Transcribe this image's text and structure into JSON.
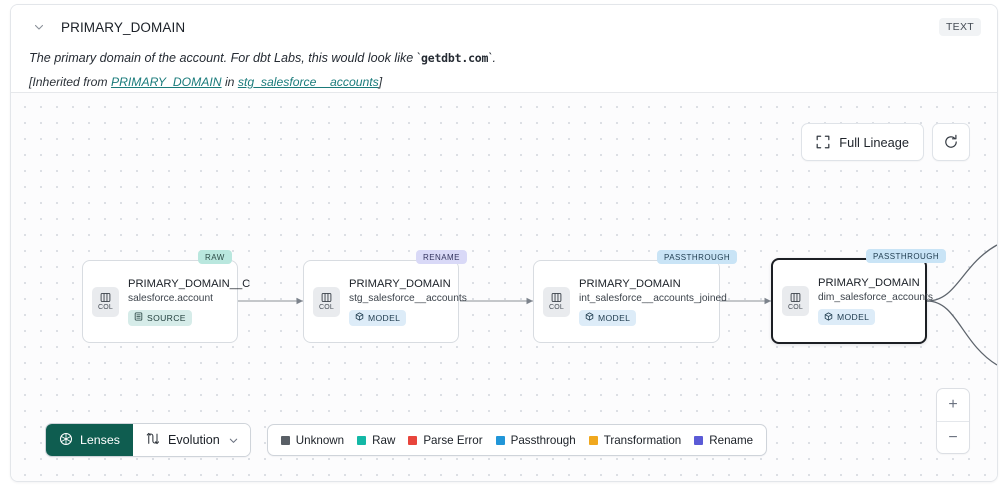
{
  "header": {
    "chevron_icon": "chevron-down-icon",
    "column_name": "PRIMARY_DOMAIN",
    "type_badge": "TEXT",
    "description_pre": "The primary domain of the account. For dbt Labs, this would look like `",
    "description_code": "getdbt.com",
    "description_post": "`.",
    "inherited_prefix": "[Inherited from ",
    "inherited_link": "PRIMARY_DOMAIN",
    "inherited_mid": " in ",
    "inherited_model": "stg_salesforce__accounts",
    "inherited_suffix": "]"
  },
  "toolbar": {
    "full_lineage_label": "Full Lineage",
    "full_lineage_icon": "expand-icon",
    "refresh_icon": "refresh-icon"
  },
  "zoom_controls": {
    "zoom_in_label": "+",
    "zoom_out_label": "−"
  },
  "graph": {
    "nodes": [
      {
        "pill": "RAW",
        "pill_kind": "raw",
        "chip_label": "COL",
        "chip_icon": "column-icon",
        "name": "PRIMARY_DOMAIN__C",
        "subtitle": "salesforce.account",
        "badge": "SOURCE",
        "badge_kind": "source",
        "badge_icon": "database-icon",
        "selected": false
      },
      {
        "pill": "RENAME",
        "pill_kind": "ren",
        "chip_label": "COL",
        "chip_icon": "column-icon",
        "name": "PRIMARY_DOMAIN",
        "subtitle": "stg_salesforce__accounts",
        "badge": "MODEL",
        "badge_kind": "model",
        "badge_icon": "cube-icon",
        "selected": false
      },
      {
        "pill": "PASSTHROUGH",
        "pill_kind": "pass",
        "chip_label": "COL",
        "chip_icon": "column-icon",
        "name": "PRIMARY_DOMAIN",
        "subtitle": "int_salesforce__accounts_joined",
        "badge": "MODEL",
        "badge_kind": "model",
        "badge_icon": "cube-icon",
        "selected": false
      },
      {
        "pill": "PASSTHROUGH",
        "pill_kind": "pass",
        "chip_label": "COL",
        "chip_icon": "column-icon",
        "name": "PRIMARY_DOMAIN",
        "subtitle": "dim_salesforce_accounts",
        "badge": "MODEL",
        "badge_kind": "model",
        "badge_icon": "cube-icon",
        "selected": true
      }
    ]
  },
  "bottom_bar": {
    "lenses_label": "Lenses",
    "lenses_icon": "aperture-icon",
    "evolution_label": "Evolution",
    "evolution_icon": "evolution-icon",
    "evolution_chevron": "chevron-down-icon",
    "legend": [
      {
        "label": "Unknown",
        "color": "#595f66"
      },
      {
        "label": "Raw",
        "color": "#14b8a6"
      },
      {
        "label": "Parse Error",
        "color": "#e8453c"
      },
      {
        "label": "Passthrough",
        "color": "#2196d8"
      },
      {
        "label": "Transformation",
        "color": "#f0a81e"
      },
      {
        "label": "Rename",
        "color": "#5b5bd6"
      }
    ]
  }
}
